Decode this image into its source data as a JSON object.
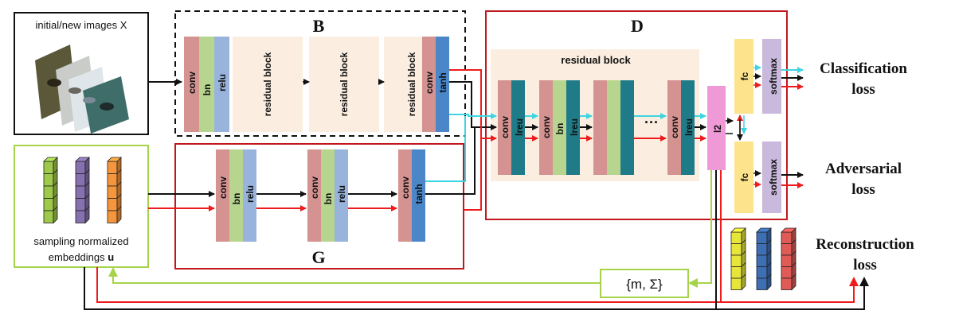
{
  "input_box": {
    "label": "initial/new images X"
  },
  "sampling_box": {
    "line1": "sampling normalized",
    "line2": "embeddings ",
    "var": "u"
  },
  "block_B": {
    "title": "B",
    "layers": {
      "conv1": "conv",
      "bn1": "bn",
      "relu1": "relu",
      "conv2": "conv",
      "tanh": "tanh"
    },
    "residual_blocks": [
      "residual block",
      "residual block",
      "residual block"
    ]
  },
  "block_G": {
    "title": "G",
    "units": [
      {
        "conv": "conv",
        "bn": "bn",
        "relu": "relu"
      },
      {
        "conv": "conv",
        "bn": "bn",
        "relu": "relu"
      }
    ],
    "final": {
      "conv": "conv",
      "tanh": "tanh"
    }
  },
  "block_D": {
    "title": "D",
    "residual_block_title": "residual block",
    "layers": {
      "conv1": "conv",
      "lreu1": "lreu",
      "conv2": "conv",
      "bn": "bn",
      "lreu2": "lreu",
      "ellipsis": "···",
      "conv3": "conv",
      "lreu3": "lreu",
      "l2": "l2"
    },
    "heads": [
      {
        "fc": "fc",
        "softmax": "softmax"
      },
      {
        "fc": "fc",
        "softmax": "softmax"
      }
    ]
  },
  "stats_box": {
    "label": "{m,  Σ}"
  },
  "losses": {
    "classification": [
      "Classification",
      "loss"
    ],
    "adversarial": [
      "Adversarial",
      "loss"
    ],
    "reconstruction": [
      "Reconstruction",
      "loss"
    ]
  },
  "colors": {
    "conv": "#d49290",
    "bn": "#b7d58e",
    "relu": "#98b3dc",
    "tanh": "#4a86c8",
    "lreu": "#1e7b87",
    "residual": "#fbeee0",
    "l2": "#ef9ad6",
    "fc": "#fde38c",
    "softmax": "#c9b9dc",
    "red_box": "#c0181d",
    "green_box": "#a6d349",
    "red_arrow": "#ee1c1c",
    "cyan_arrow": "#3fd5e0",
    "cube_green": "#9ec94a",
    "cube_purple": "#8671ae",
    "cube_orange": "#f6963c",
    "cube_yellow": "#e6e63a",
    "cube_blue": "#3d6fb4",
    "cube_red": "#e05a56"
  }
}
